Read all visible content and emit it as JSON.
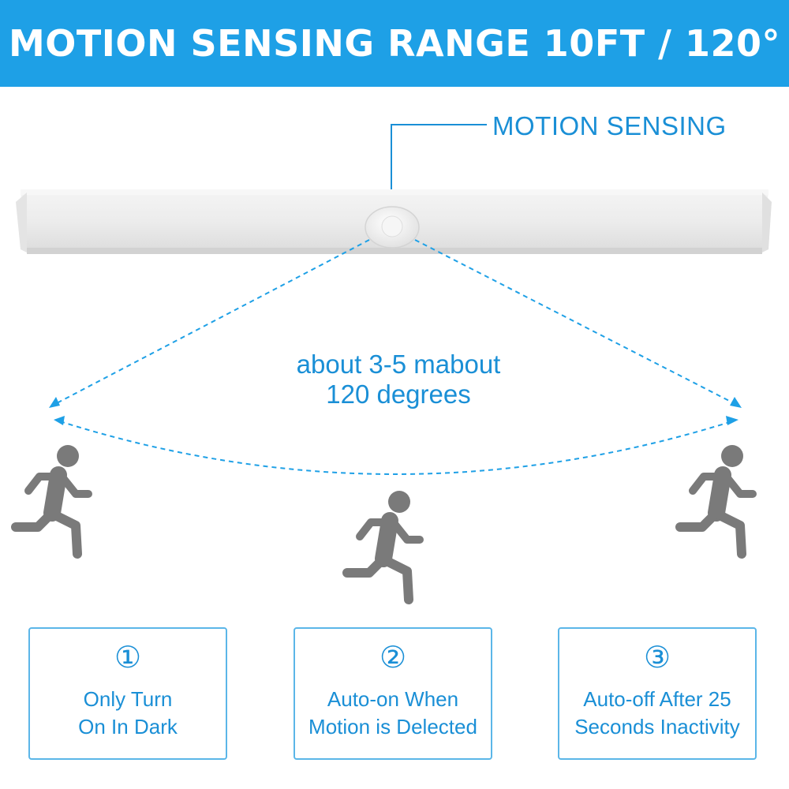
{
  "banner": {
    "title": "MOTION SENSING RANGE 10FT / 120°"
  },
  "sensor": {
    "label": "MOTION SENSING"
  },
  "range": {
    "line1": "about 3-5 mabout",
    "line2": "120 degrees"
  },
  "features": [
    {
      "number": "①",
      "line1": "Only Turn",
      "line2": "On In Dark"
    },
    {
      "number": "②",
      "line1": "Auto-on When",
      "line2": "Motion is Delected"
    },
    {
      "number": "③",
      "line1": "Auto-off After 25",
      "line2": "Seconds Inactivity"
    }
  ],
  "colors": {
    "accent": "#1ea0e6",
    "text_blue": "#1a8fd6",
    "figure_gray": "#7a7a7a"
  },
  "icons": [
    "motion-sensor-icon",
    "running-person-icon"
  ]
}
